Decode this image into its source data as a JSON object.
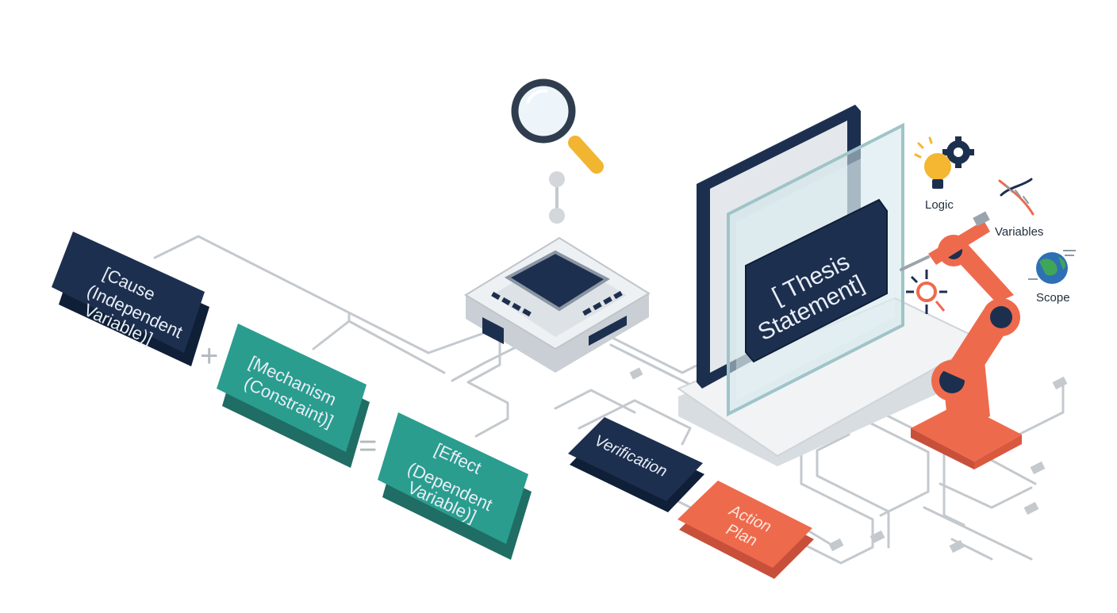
{
  "colors": {
    "navy": "#1d2f4f",
    "teal": "#2a9d8f",
    "teal_dark": "#237a70",
    "orange": "#ee6a4c",
    "wire": "#c4c9ce",
    "chip_body": "#e9ecef"
  },
  "blocks": {
    "cause": {
      "lines": [
        "[Cause",
        "(Independent",
        "Variable)]"
      ]
    },
    "mechanism": {
      "lines": [
        "[Mechanism",
        "(Constraint)]"
      ]
    },
    "effect": {
      "lines": [
        "[Effect",
        "(Dependent",
        "Variable)]"
      ]
    },
    "verification": {
      "label": "Verification"
    },
    "action_plan": {
      "lines": [
        "Action",
        "Plan"
      ]
    },
    "thesis": {
      "lines": [
        "[ Thesis",
        "Statement]"
      ]
    }
  },
  "operators": {
    "plus": "+",
    "equals": "="
  },
  "side_icons": {
    "logic": {
      "label": "Logic",
      "icon": "lightbulb-gear-icon"
    },
    "variables": {
      "label": "Variables",
      "icon": "dna-icon"
    },
    "scope": {
      "label": "Scope",
      "icon": "globe-icon"
    }
  },
  "icons": [
    "magnifier-icon",
    "chip-icon",
    "robot-arm-icon",
    "target-arrows-icon"
  ]
}
